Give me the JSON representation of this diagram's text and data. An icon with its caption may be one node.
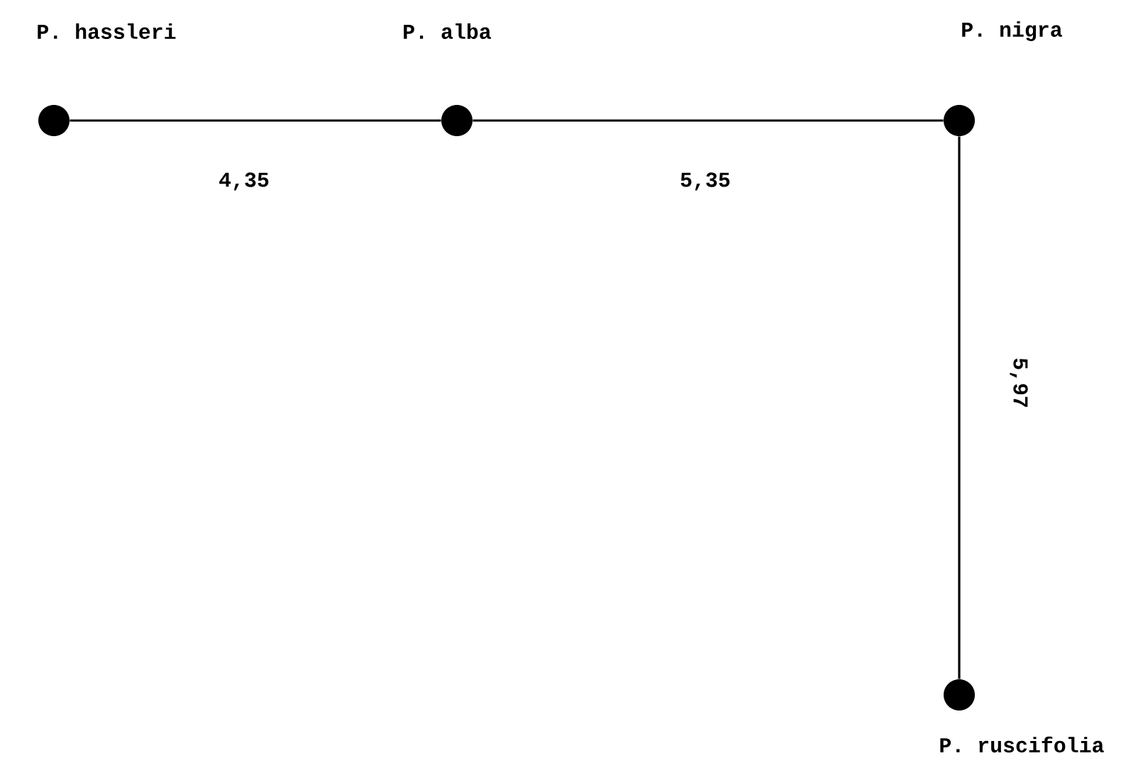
{
  "diagram": {
    "nodes": [
      {
        "text": [
          "P. hassleri"
        ]
      },
      {
        "text": [
          "P. alba"
        ]
      },
      {
        "text": [
          "P. nigra"
        ]
      },
      {
        "text": [
          "P. ruscifolia"
        ]
      }
    ],
    "edges": [
      {
        "from": 0,
        "to": 1,
        "arrow": "none",
        "label": "4,35"
      },
      {
        "from": 1,
        "to": 2,
        "arrow": "none",
        "label": "5,35"
      },
      {
        "from": 2,
        "to": 3,
        "arrow": "none",
        "label": "5,97"
      }
    ]
  }
}
